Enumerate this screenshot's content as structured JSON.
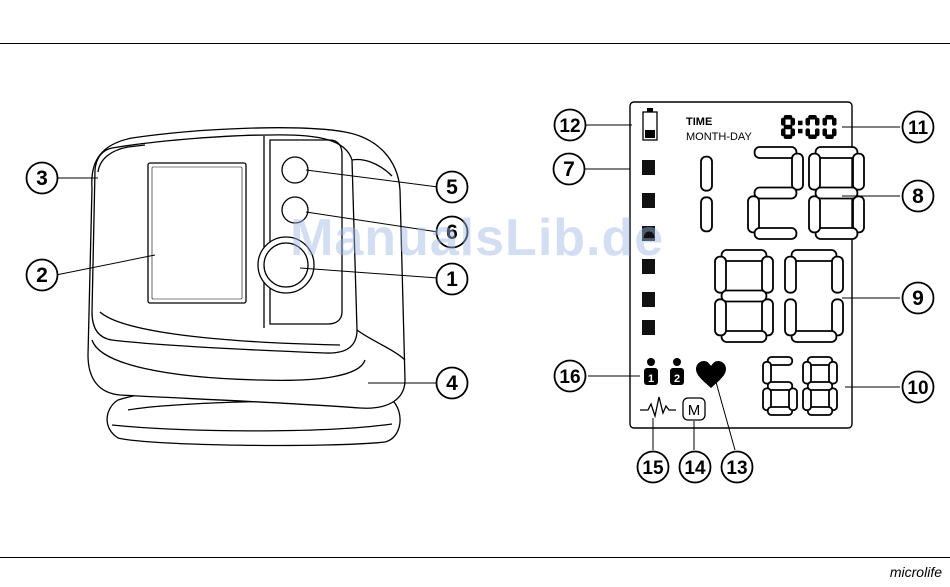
{
  "device_callouts": [
    {
      "id": "callout-1",
      "number": "1"
    },
    {
      "id": "callout-2",
      "number": "2"
    },
    {
      "id": "callout-3",
      "number": "3"
    },
    {
      "id": "callout-4",
      "number": "4"
    },
    {
      "id": "callout-5",
      "number": "5"
    },
    {
      "id": "callout-6",
      "number": "6"
    }
  ],
  "display_callouts": [
    {
      "id": "callout-7",
      "number": "7"
    },
    {
      "id": "callout-8",
      "number": "8"
    },
    {
      "id": "callout-9",
      "number": "9"
    },
    {
      "id": "callout-10",
      "number": "10"
    },
    {
      "id": "callout-11",
      "number": "11"
    },
    {
      "id": "callout-12",
      "number": "12"
    },
    {
      "id": "callout-13",
      "number": "13"
    },
    {
      "id": "callout-14",
      "number": "14"
    },
    {
      "id": "callout-15",
      "number": "15"
    },
    {
      "id": "callout-16",
      "number": "16"
    }
  ],
  "lcd": {
    "time_label": "TIME",
    "date_label": "MONTH-DAY",
    "clock": "8:00",
    "systolic": "128",
    "diastolic": "80",
    "pulse": "68",
    "memory_symbol": "M",
    "user1": "1",
    "user2": "2"
  },
  "brand": "microlife",
  "watermark": "ManualsLib.de"
}
